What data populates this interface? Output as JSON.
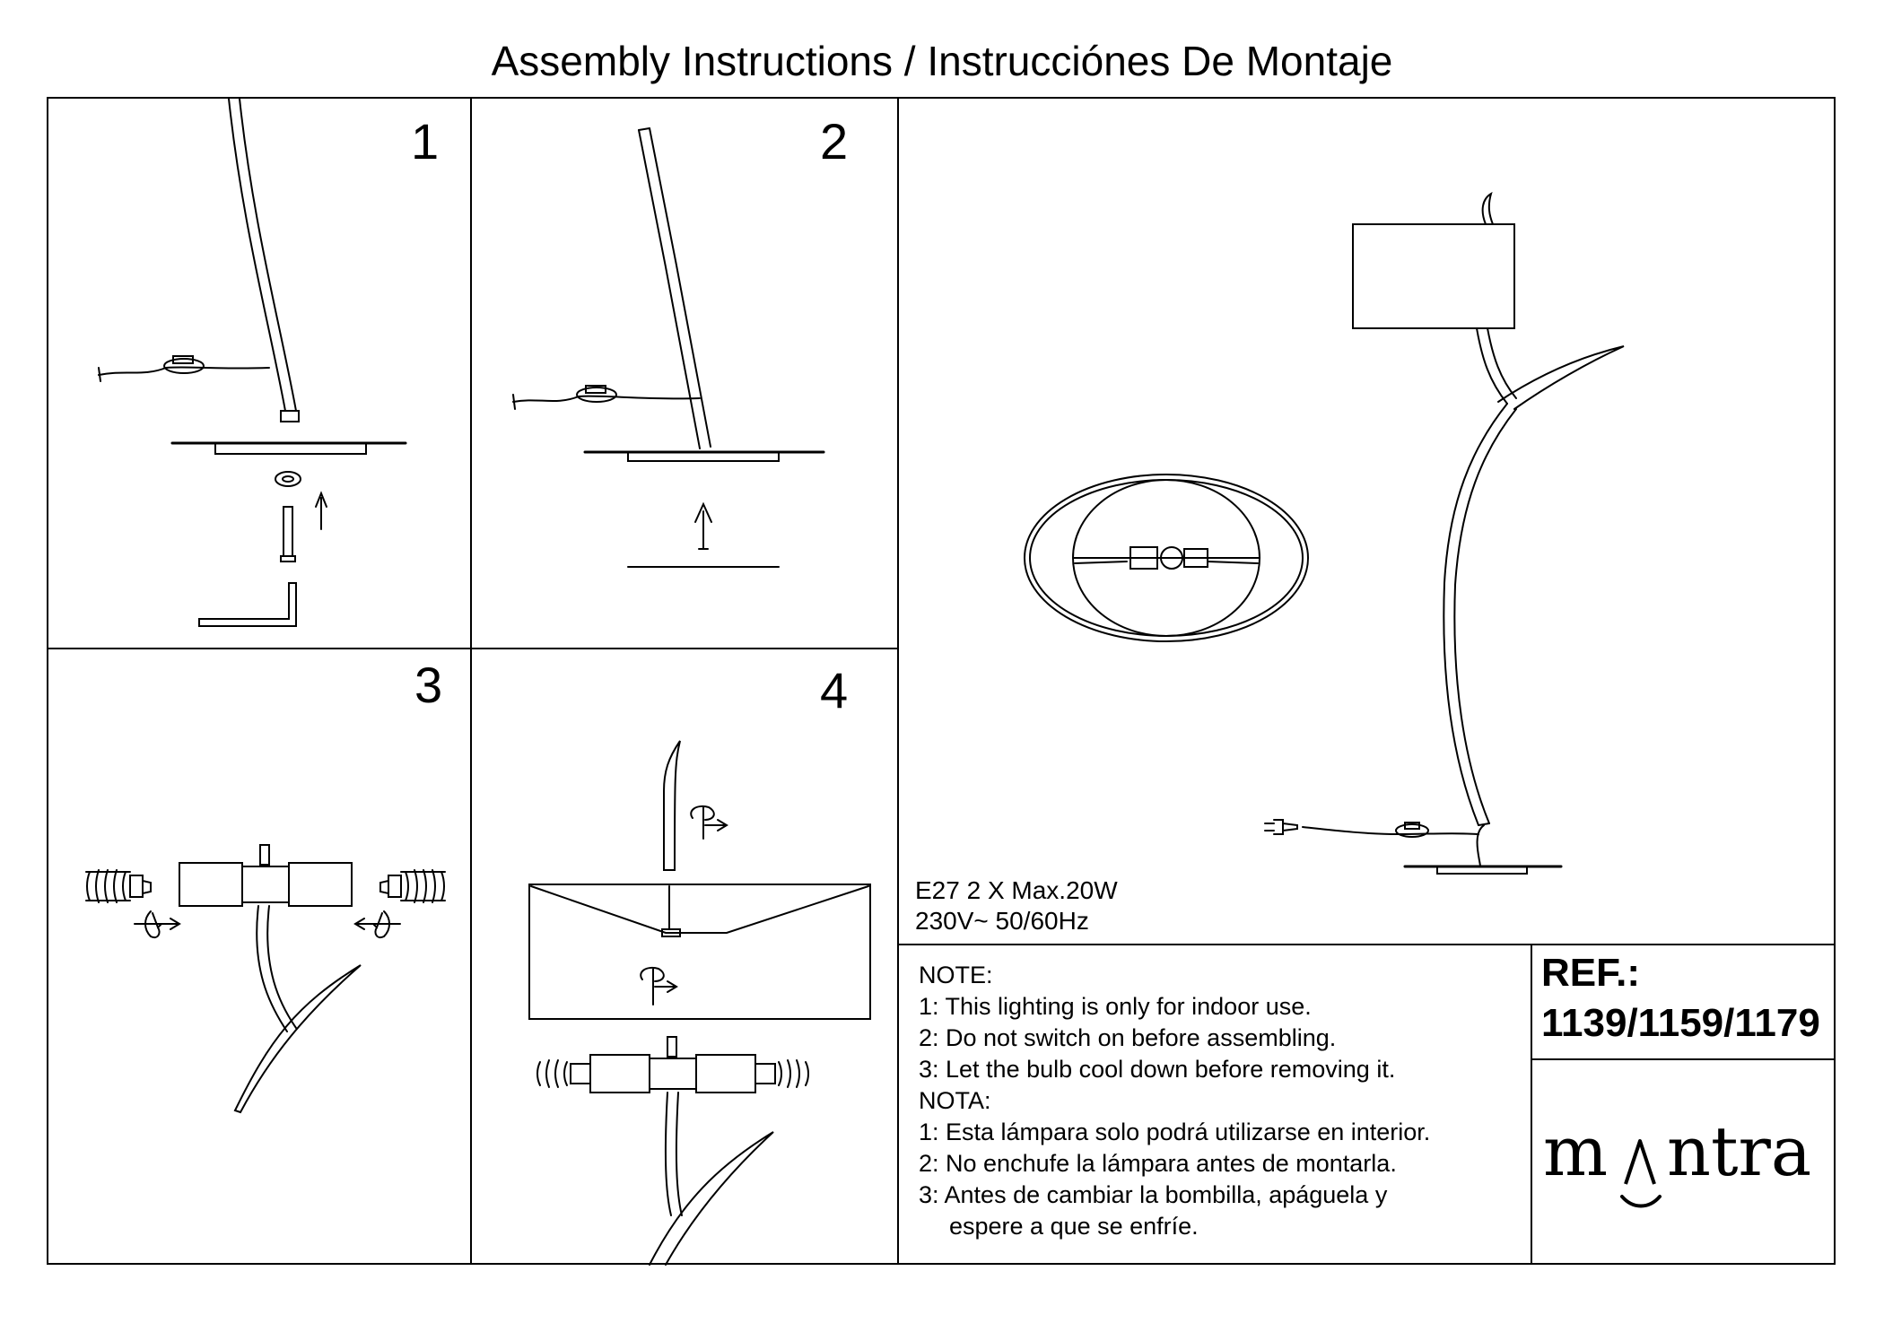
{
  "title": "Assembly Instructions / Instrucciónes De Montaje",
  "steps": [
    "1",
    "2",
    "3",
    "4"
  ],
  "spec": {
    "line1": "E27  2 X Max.20W",
    "line2": "230V~ 50/60Hz"
  },
  "notes": [
    "NOTE:",
    "1: This lighting is only for indoor use.",
    "2: Do not switch on before assembling.",
    "3: Let the bulb cool down before removing it.",
    "NOTA:",
    "1: Esta lámpara solo podrá utilizarse en interior.",
    "2: No enchufe la lámpara antes de montarla.",
    "3: Antes de cambiar la bombilla, apáguela y",
    "espere a que se enfríe."
  ],
  "ref": {
    "label": "REF.:",
    "codes": "1139/1159/1179"
  },
  "brand": "mantra",
  "colors": {
    "ink": "#000000",
    "paper": "#ffffff"
  }
}
